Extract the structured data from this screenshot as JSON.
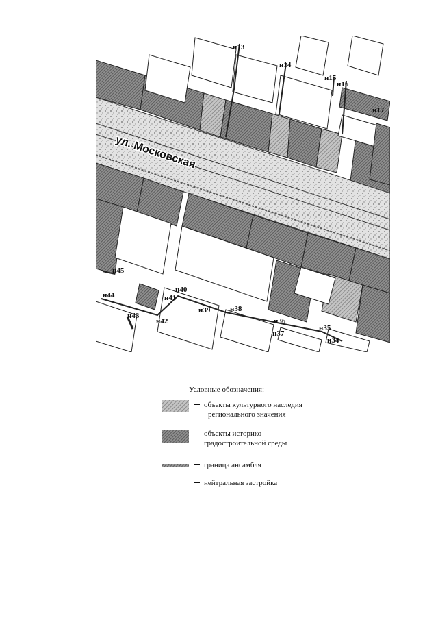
{
  "map": {
    "street_name": "ул. Московская",
    "point_labels": [
      "н13",
      "н14",
      "н15",
      "н16",
      "н17",
      "н45",
      "н44",
      "н43",
      "н42",
      "н41",
      "н40",
      "н39",
      "н38",
      "н36",
      "н37",
      "н35",
      "н34"
    ]
  },
  "legend": {
    "title": "Условные обозначения:",
    "items": [
      {
        "text_line1": "объекты культурного наследия",
        "text_line2": "регионального значения",
        "icon": "light-hatch-swatch"
      },
      {
        "text_line1": "объекты историко-",
        "text_line2": "градостроительной среды",
        "icon": "dark-hatch-swatch"
      },
      {
        "text_line1": "граница ансамбля",
        "icon": "ensemble-boundary-line"
      },
      {
        "text_line1": "нейтральная застройка",
        "icon": "neutral-building-blank"
      }
    ]
  },
  "colors": {
    "heritage": "#a8a8a8",
    "environment": "#7a7a7a",
    "line": "#222222"
  }
}
